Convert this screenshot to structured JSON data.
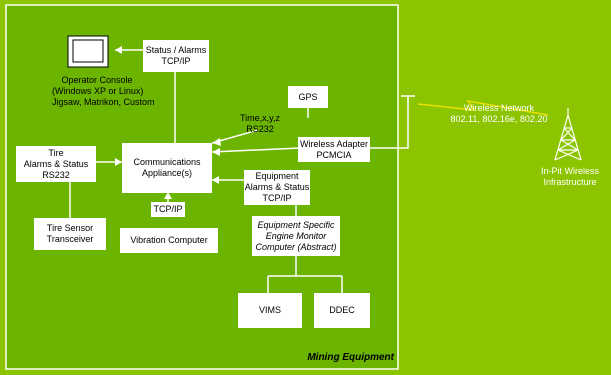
{
  "colors": {
    "background": "#8dc400",
    "panel": "#6bb400",
    "line": "#ffffff",
    "box": "#ffffff",
    "text": "#000000",
    "bolt": "#e8e000"
  },
  "operator_console": {
    "icon": "monitor-icon",
    "lines": [
      "Operator Console",
      "(Windows XP or Linux)",
      "Jigsaw, Matrikon, Custom"
    ]
  },
  "status_alarms": {
    "lines": [
      "Status / Alarms",
      "TCP/IP"
    ]
  },
  "gps": {
    "label": "GPS"
  },
  "time_xyz": {
    "lines": [
      "Time,x,y,z",
      "RS232"
    ]
  },
  "wireless_adapter": {
    "lines": [
      "Wireless Adapter",
      "PCMCIA"
    ]
  },
  "tire_alarms": {
    "lines": [
      "Tire",
      "Alarms & Status",
      "RS232"
    ]
  },
  "comms_appliance": {
    "lines": [
      "Communications",
      "Appliance(s)"
    ]
  },
  "equipment_alarms": {
    "lines": [
      "Equipment",
      "Alarms & Status",
      "TCP/IP"
    ]
  },
  "tire_sensor": {
    "lines": [
      "Tire Sensor",
      "Transceiver"
    ]
  },
  "tcpip": {
    "label": "TCP/IP"
  },
  "vibration": {
    "label": "Vibration Computer"
  },
  "engine_monitor": {
    "lines": [
      "Equipment Specific",
      "Engine Monitor",
      "Computer (Abstract)"
    ]
  },
  "vims": {
    "label": "VIMS"
  },
  "ddec": {
    "label": "DDEC"
  },
  "mining_equipment": {
    "label": "Mining Equipment"
  },
  "wireless_network": {
    "lines": [
      "Wireless Network",
      "802.11, 802.16e, 802.20"
    ]
  },
  "infrastructure": {
    "icon": "radio-tower-icon",
    "lines": [
      "In-Pit Wireless",
      "Infrastructure"
    ]
  }
}
